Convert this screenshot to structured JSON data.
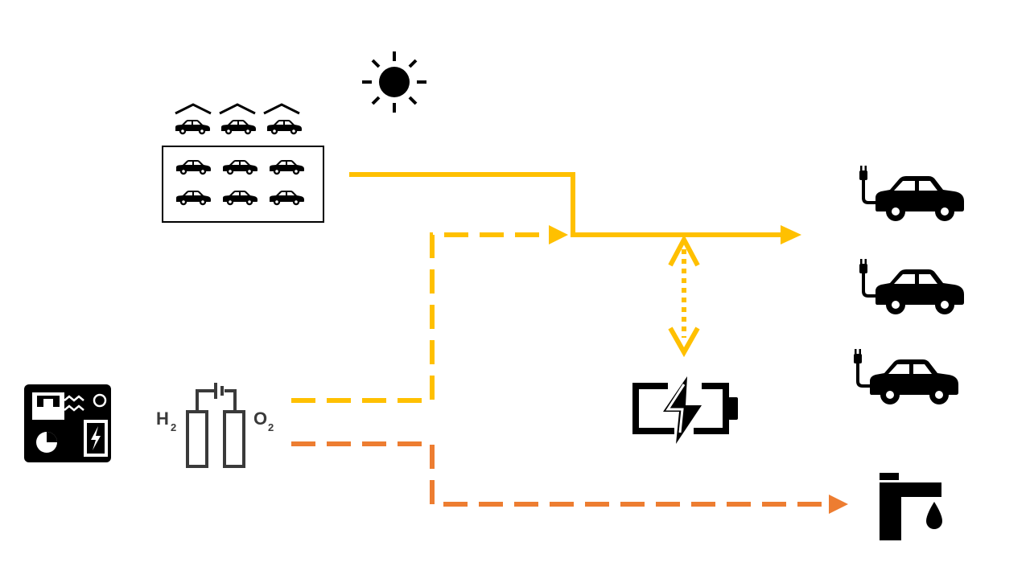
{
  "diagram": {
    "colors": {
      "background": "#ffffff",
      "icon": "#000000",
      "solar_flow": "#FFC000",
      "heat_flow": "#ED7D31",
      "electrolyzer_outline": "#3a3a3a"
    },
    "electrolyzer": {
      "h_label": "H",
      "h_sub": "2",
      "o_label": "O",
      "o_sub": "2"
    },
    "icons": {
      "sun": "sun-icon",
      "carport": "solar-carport-icon",
      "fuel_cell": "fuel-cell-generator-icon",
      "electrolyzer": "electrolyzer-icon",
      "battery": "battery-charging-icon",
      "ev": "electric-car-icon",
      "tap": "water-tap-icon"
    },
    "flows": [
      {
        "from": "solar-carport",
        "to": "ev-chargers",
        "style": "solid",
        "color": "solar_flow"
      },
      {
        "from": "hydrogen",
        "to": "ev-chargers",
        "style": "dashed",
        "color": "solar_flow"
      },
      {
        "from": "ev-bus",
        "to": "battery",
        "style": "dotted",
        "direction": "bidirectional",
        "color": "solar_flow"
      },
      {
        "from": "hydrogen",
        "to": "water-tap",
        "style": "dashed",
        "color": "heat_flow"
      }
    ],
    "ev_count": 3,
    "parking_cars": {
      "covered": 3,
      "lot": 6
    }
  }
}
